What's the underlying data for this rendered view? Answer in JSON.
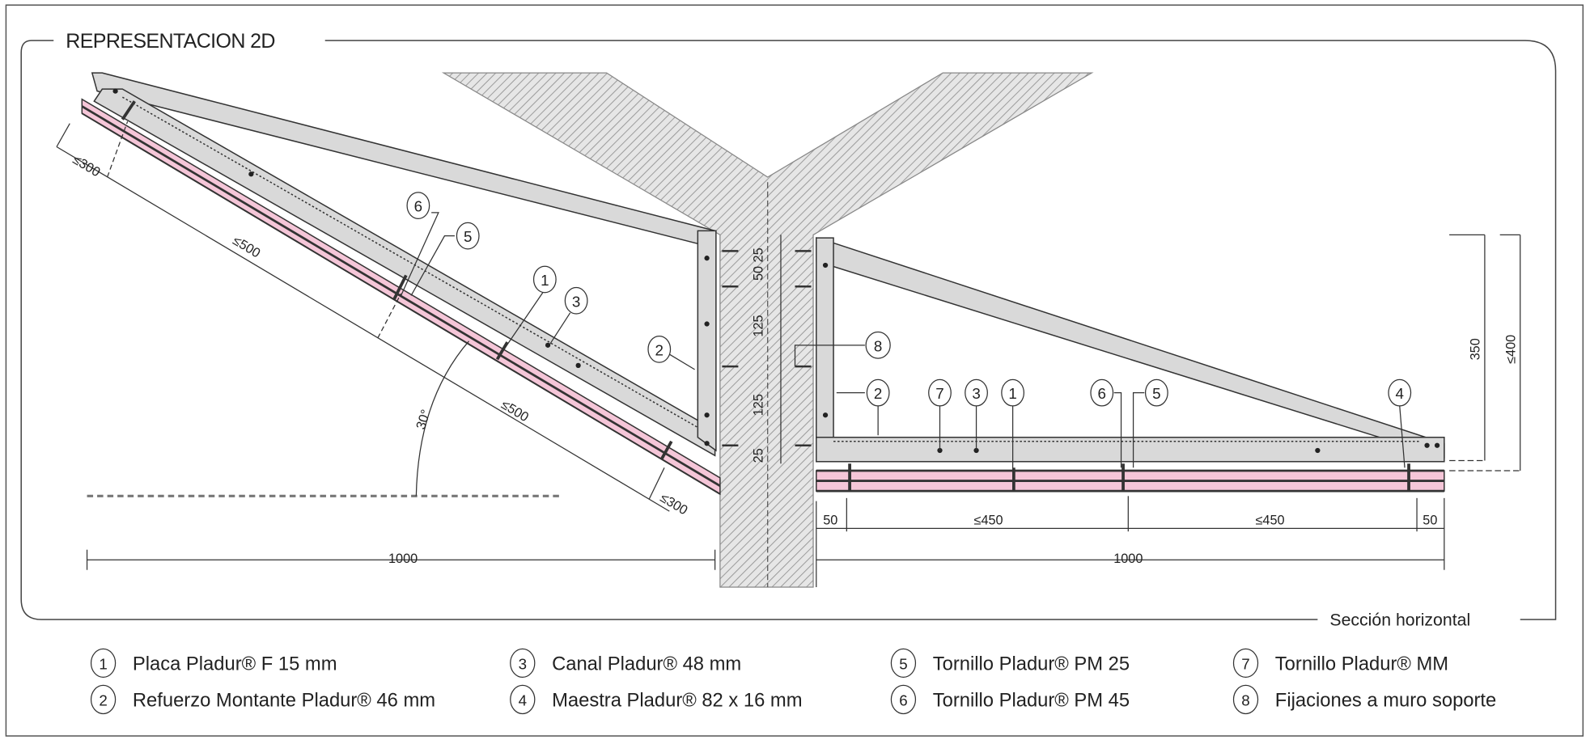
{
  "title": "REPRESENTACION 2D",
  "section_label": "Sección horizontal",
  "colors": {
    "board": "#f5c6d8",
    "profile": "#d9d9d9",
    "wall_hatch": "#9a9a9a",
    "line": "#333333"
  },
  "left_dims": {
    "top_edge": "≤300",
    "upper_span": "≤500",
    "lower_span": "≤500",
    "bottom_edge": "≤300",
    "angle": "30°",
    "width": "1000"
  },
  "right_dims": {
    "edge_left": "50",
    "span_1": "≤450",
    "span_2": "≤450",
    "edge_right": "50",
    "width": "1000",
    "height_inner": "350",
    "height_outer": "≤400"
  },
  "wall_dims": [
    "25",
    "50",
    "125",
    "125",
    "25"
  ],
  "callouts": {
    "left": [
      "6",
      "5",
      "1",
      "3",
      "2"
    ],
    "right": [
      "8",
      "2",
      "7",
      "3",
      "1",
      "6",
      "5",
      "4"
    ]
  },
  "legend": [
    {
      "num": "1",
      "label": "Placa Pladur® F 15 mm"
    },
    {
      "num": "2",
      "label": "Refuerzo Montante Pladur® 46 mm"
    },
    {
      "num": "3",
      "label": "Canal Pladur® 48 mm"
    },
    {
      "num": "4",
      "label": "Maestra Pladur® 82 x 16 mm"
    },
    {
      "num": "5",
      "label": "Tornillo Pladur® PM 25"
    },
    {
      "num": "6",
      "label": "Tornillo Pladur® PM 45"
    },
    {
      "num": "7",
      "label": "Tornillo Pladur® MM"
    },
    {
      "num": "8",
      "label": "Fijaciones a muro soporte"
    }
  ]
}
